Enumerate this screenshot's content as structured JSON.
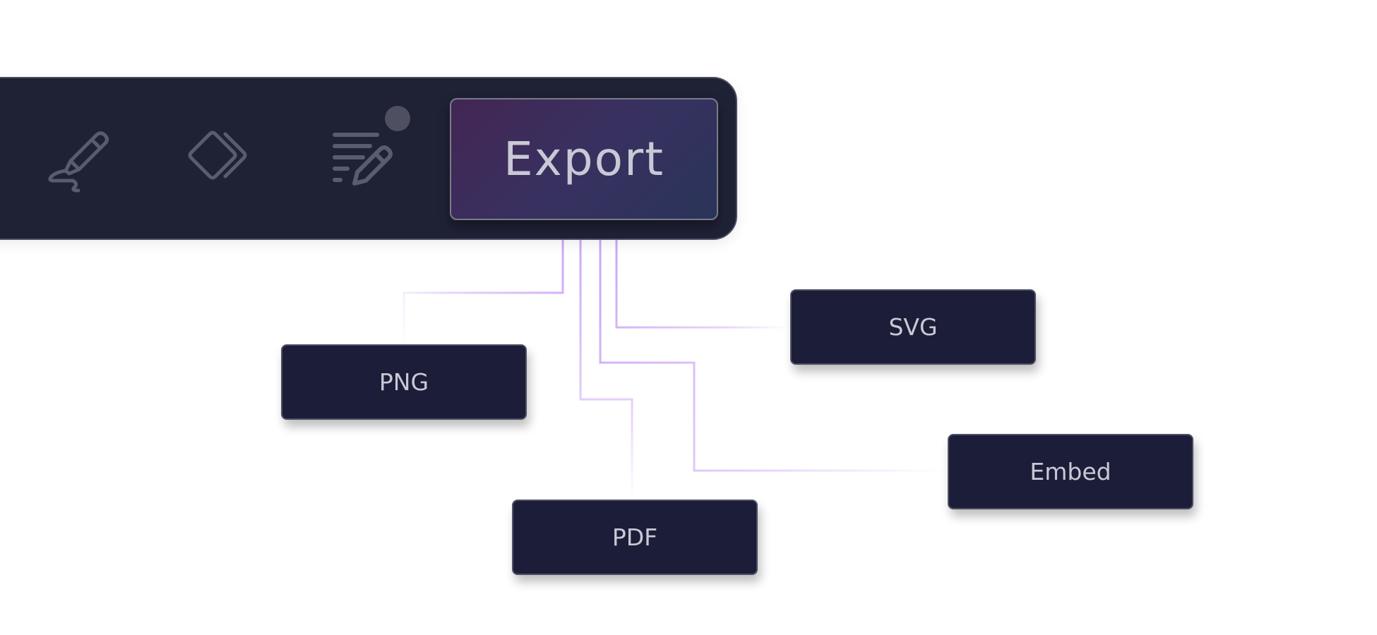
{
  "toolbar": {
    "tools": [
      {
        "icon": "signature-pen-icon"
      },
      {
        "icon": "shapes-icon"
      },
      {
        "icon": "text-edit-icon"
      }
    ],
    "export_label": "Export"
  },
  "export_menu": {
    "options": [
      {
        "label": "PNG"
      },
      {
        "label": "SVG"
      },
      {
        "label": "PDF"
      },
      {
        "label": "Embed"
      }
    ]
  },
  "colors": {
    "toolbar_bg": "#1f2135",
    "option_bg": "#1c1d38",
    "connector": "#c9a3f5",
    "notification_dot": "#4e5061"
  }
}
